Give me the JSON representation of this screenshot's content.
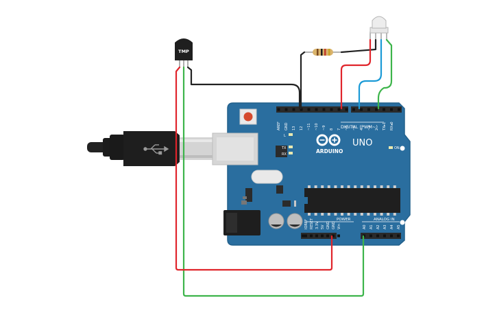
{
  "sensor": {
    "label": "TMP"
  },
  "board": {
    "brand": "ARDUINO",
    "model": "UNO",
    "digital_header_label": "DIGITAL (PWM~)",
    "analog_header_label": "ANALOG IN",
    "power_header_label": "POWER",
    "led_labels": {
      "l": "L",
      "tx": "TX",
      "rx": "RX",
      "on": "ON"
    },
    "digital_pins": [
      "AREF",
      "GND",
      "13",
      "12",
      "~11",
      "~10",
      "~9",
      "8",
      "7",
      "~6",
      "~5",
      "4",
      "~3",
      "2",
      "TX▸1",
      "RX◂0"
    ],
    "power_pins": [
      "IOREF",
      "RESET",
      "3.3V",
      "5V",
      "GND",
      "GND",
      "Vin"
    ],
    "analog_pins": [
      "A0",
      "A1",
      "A2",
      "A3",
      "A4",
      "A5"
    ]
  },
  "colors": {
    "board": "#2a6e9f",
    "board_edge": "#22608c",
    "wire_red": "#e0242b",
    "wire_green": "#3cb44a",
    "wire_black": "#222222",
    "wire_blue": "#1a9ad6"
  }
}
